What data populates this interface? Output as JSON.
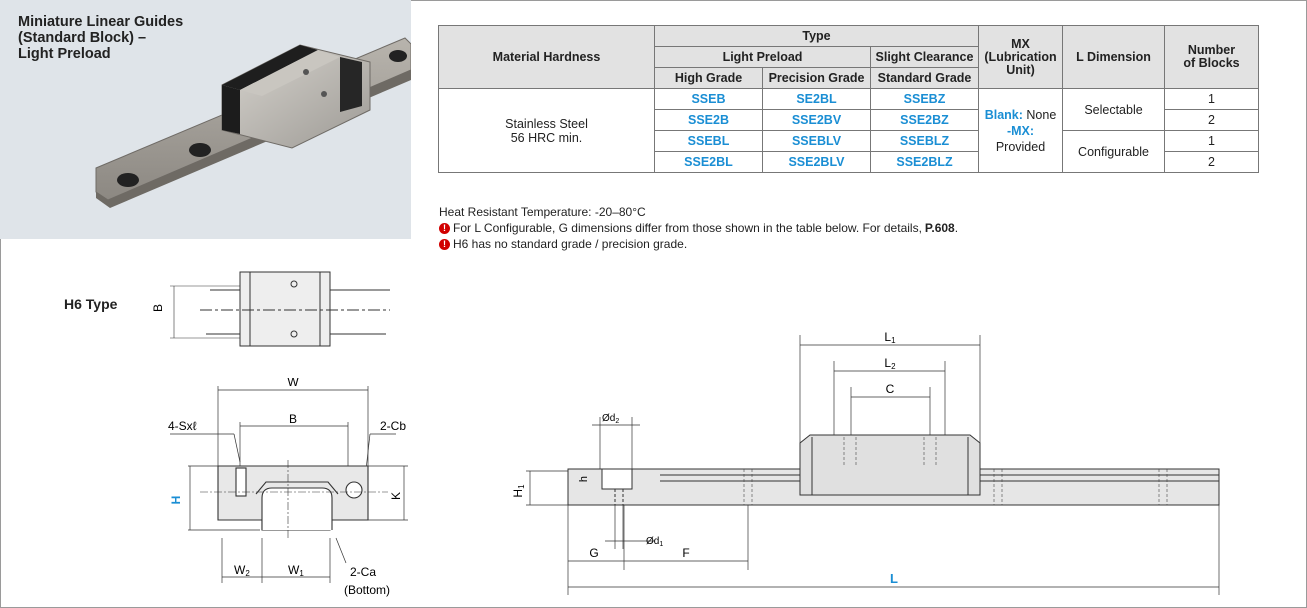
{
  "product": {
    "title": "Miniature Linear Guides\n(Standard Block) –\nLight Preload"
  },
  "h6_type_label": "H6 Type",
  "table": {
    "header": {
      "material_hardness": "Material Hardness",
      "type": "Type",
      "light_preload": "Light Preload",
      "slight_clearance": "Slight Clearance",
      "high_grade": "High Grade",
      "precision_grade": "Precision Grade",
      "standard_grade": "Standard Grade",
      "mx_line1": "MX",
      "mx_line2": "(Lubrication",
      "mx_line3": "Unit)",
      "l_dimension": "L Dimension",
      "number_line1": "Number",
      "number_line2": "of Blocks"
    },
    "material_line1": "Stainless Steel",
    "material_line2": "56 HRC min.",
    "rows": [
      [
        "SSEB",
        "SE2BL",
        "SSEBZ"
      ],
      [
        "SSE2B",
        "SSE2BV",
        "SSE2BZ"
      ],
      [
        "SSEBL",
        "SSEBLV",
        "SSEBLZ"
      ],
      [
        "SSE2BL",
        "SSE2BLV",
        "SSE2BLZ"
      ]
    ],
    "mx_blank_key": "Blank:",
    "mx_blank_val": " None",
    "mx_mx_key": "-MX:",
    "mx_mx_val": " Provided",
    "l_selectable": "Selectable",
    "l_configurable": "Configurable",
    "blocks": [
      "1",
      "2",
      "1",
      "2"
    ]
  },
  "notes": {
    "heat": "Heat Resistant Temperature: -20–80°C",
    "note1_text": "For L Configurable, G dimensions differ from those shown in the table below. For details, ",
    "note1_ref": "P.608",
    "note1_end": ".",
    "note2": "H6 has no standard grade / precision grade."
  },
  "diagram_labels": {
    "B": "B",
    "W": "W",
    "S": "4-Sxℓ",
    "Cb": "2-Cb",
    "H": "H",
    "K": "K",
    "W2": "W",
    "W1": "W",
    "Ca": "2-Ca",
    "bottom": "(Bottom)",
    "L1": "L",
    "L2": "L",
    "C": "C",
    "d2": "Ød",
    "d1": "Ød",
    "H1": "H",
    "h": "h",
    "G": "G",
    "F": "F",
    "L": "L",
    "sub1": "1",
    "sub2": "2"
  },
  "colors": {
    "accent": "#1a8ed4",
    "header_bg": "#e2e2e2",
    "panel_bg": "#dfe4e9",
    "warning": "#d10000"
  }
}
